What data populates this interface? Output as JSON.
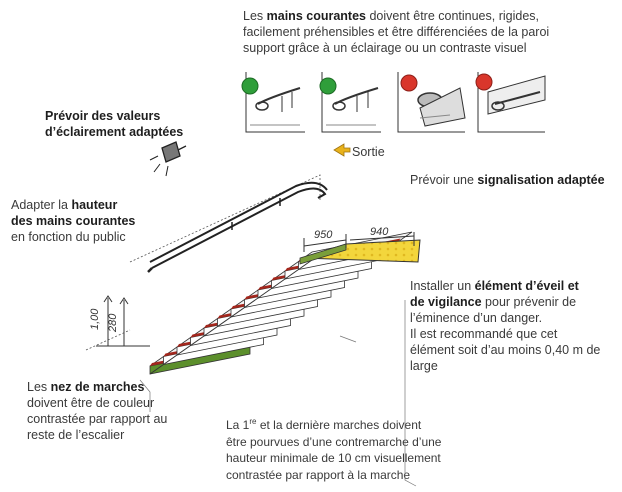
{
  "handrails_note": {
    "pre": "Les ",
    "bold": "mains courantes",
    "post_line1": " doivent être continues, rigides,",
    "line2": "facilement préhensibles et être différenciées de la paroi",
    "line3": "support grâce à un éclairage ou un contraste visuel"
  },
  "lighting_note": {
    "line1": "Prévoir des valeurs",
    "line2": "d’éclairement adaptées"
  },
  "exit_label": "Sortie",
  "signage_note": {
    "pre": "Prévoir une ",
    "bold": "signalisation adaptée"
  },
  "height_note": {
    "pre": "Adapter la ",
    "bold1": "hauteur",
    "bold2": "des mains courantes",
    "line3": "en fonction du public"
  },
  "warning_note": {
    "pre": "Installer un ",
    "bold1": "élément d’éveil et",
    "bold2": "de vigilance",
    "post2": " pour prévenir de",
    "line3": "l’éminence d’un danger.",
    "line4": "Il est recommandé que cet",
    "line5": "élément soit d’au moins 0,40 m de",
    "line6": "large"
  },
  "nosing_note": {
    "pre": "Les ",
    "bold": "nez de marches",
    "line2": "doivent être de couleur",
    "line3": "contrastée par rapport au",
    "line4": "reste de l’escalier"
  },
  "riser_note": {
    "line1a": "La 1",
    "line1sup": "re",
    "line1b": " et la dernière marches doivent",
    "line2": "être pourvues d’une contremarche d’une",
    "line3": "hauteur minimale de 10 cm visuellement",
    "line4": "contrastée par rapport à la marche"
  },
  "dimensions": {
    "d1": "950",
    "d2": "940",
    "h1": "1,00",
    "h2": "280"
  },
  "status_colors": {
    "ok": "#2f9e3a",
    "not_ok": "#d9362b",
    "warning_strip": "#f2d43a",
    "riser_green": "#5c8f2c",
    "nosing_red": "#a3261c"
  }
}
